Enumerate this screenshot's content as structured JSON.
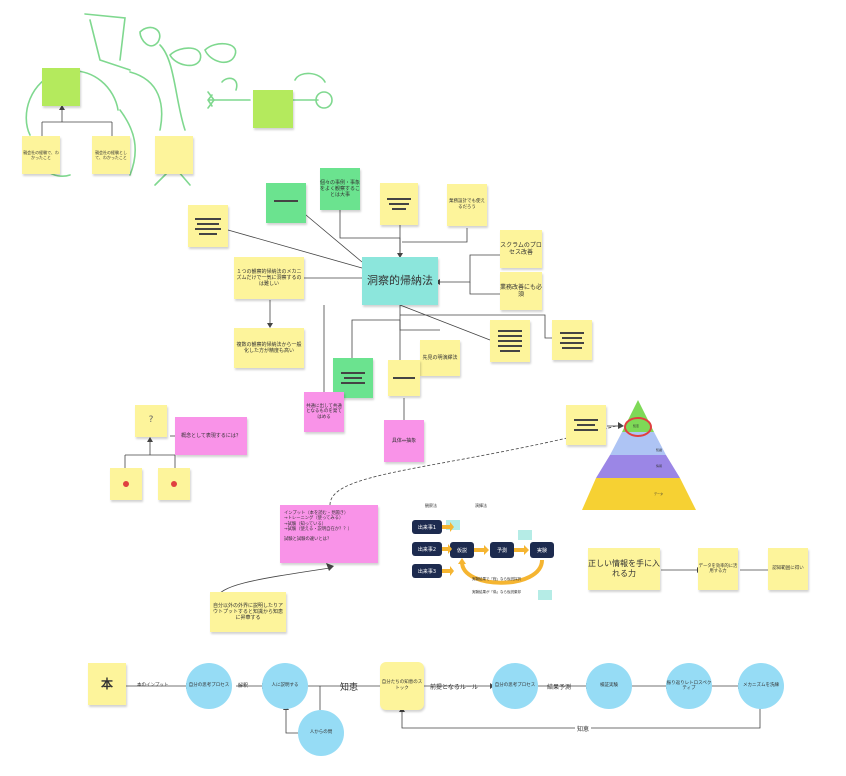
{
  "board": {
    "top_notes": {
      "note_a": "親会社の経験で、わかったこと",
      "note_b": "親会社の経験として、わかったこと"
    },
    "center_title": "洞察的帰納法",
    "note_cases": "個々の事例・事象をよく観察することは大事",
    "note_practice": "業務設計でも使えるだろう",
    "note_scrum": "スクラムのプロセス改善",
    "note_business": "業務改善にも必須",
    "note_mechanism": "１つの観察的帰納法のメカニズムだけで一気に洞察するのは難しい",
    "note_multiple": "複数の観察的帰納法から一般化した方が精度も高い",
    "note_common": "共通に出して共通となるものを発てはめる",
    "note_prior": "先見の明演繹法",
    "note_concrete": "具体⇔抽象",
    "note_concept": "概念として表現するには？",
    "note_input": [
      "インプット（本を読む・見聞き）",
      "→トレーニング（使ってみる）",
      "→試験（知っている）",
      "→試験（使える・説明自在か？？）",
      "",
      "試験と試験の違いとは？"
    ],
    "note_external": "自分以外の外界に説明したりアウトプットすると知識から知恵に昇華する",
    "note_info": "正しい情報を手に入れる力",
    "note_data": "データを効率的に活用する力",
    "note_cognition": "認知範囲に得い"
  },
  "pyramid": {
    "layer_labels": [
      "知恵",
      "知識",
      "情報",
      "データ"
    ],
    "top_note": "知恵"
  },
  "flow": {
    "header_left": "観察法",
    "header_right": "演繹法",
    "left_boxes": [
      "出来事1",
      "出来事2",
      "出来事3"
    ],
    "steps": [
      "仮説",
      "予測",
      "実験"
    ],
    "loop_label_1": "実験結果で「程」なら仮説採択",
    "loop_label_2": "実験結果が「偽」なら仮説棄却"
  },
  "bottom": {
    "book": "本",
    "input_label": "本のインプット",
    "circle1": "自分の思考プロセス",
    "interpret": "解釈",
    "circle2": "人に説明する",
    "knowledge": "知恵",
    "circle_others": "人からの問",
    "yellow_box": "自分たちの知恵のストック",
    "premise": "前提となるルール",
    "circle3": "自分の思考プロセス",
    "predict": "結果予測",
    "circle4": "検証実験",
    "circle5": "振り返りレトロスペクティブ",
    "circle6": "メカニズムを洗練",
    "return_label": "知恵"
  }
}
